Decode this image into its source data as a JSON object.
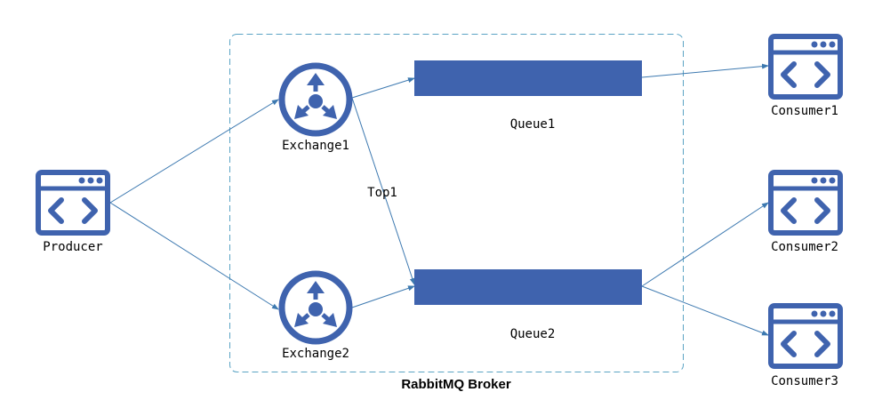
{
  "colors": {
    "primary": "#3f63ae",
    "arrow": "#3d79b0",
    "broker_border": "#5aa3c4",
    "text": "#000000"
  },
  "producer": {
    "label": "Producer",
    "icon": "app-window-code-icon"
  },
  "exchanges": [
    {
      "label": "Exchange1",
      "icon": "exchange-router-icon"
    },
    {
      "label": "Exchange2",
      "icon": "exchange-router-icon"
    }
  ],
  "queues": [
    {
      "label": "Queue1"
    },
    {
      "label": "Queue2"
    }
  ],
  "consumers": [
    {
      "label": "Consumer1",
      "icon": "app-window-code-icon"
    },
    {
      "label": "Consumer2",
      "icon": "app-window-code-icon"
    },
    {
      "label": "Consumer3",
      "icon": "app-window-code-icon"
    }
  ],
  "edge_labels": {
    "exchange1_to_queue2": "Top1"
  },
  "broker": {
    "label": "RabbitMQ Broker"
  }
}
